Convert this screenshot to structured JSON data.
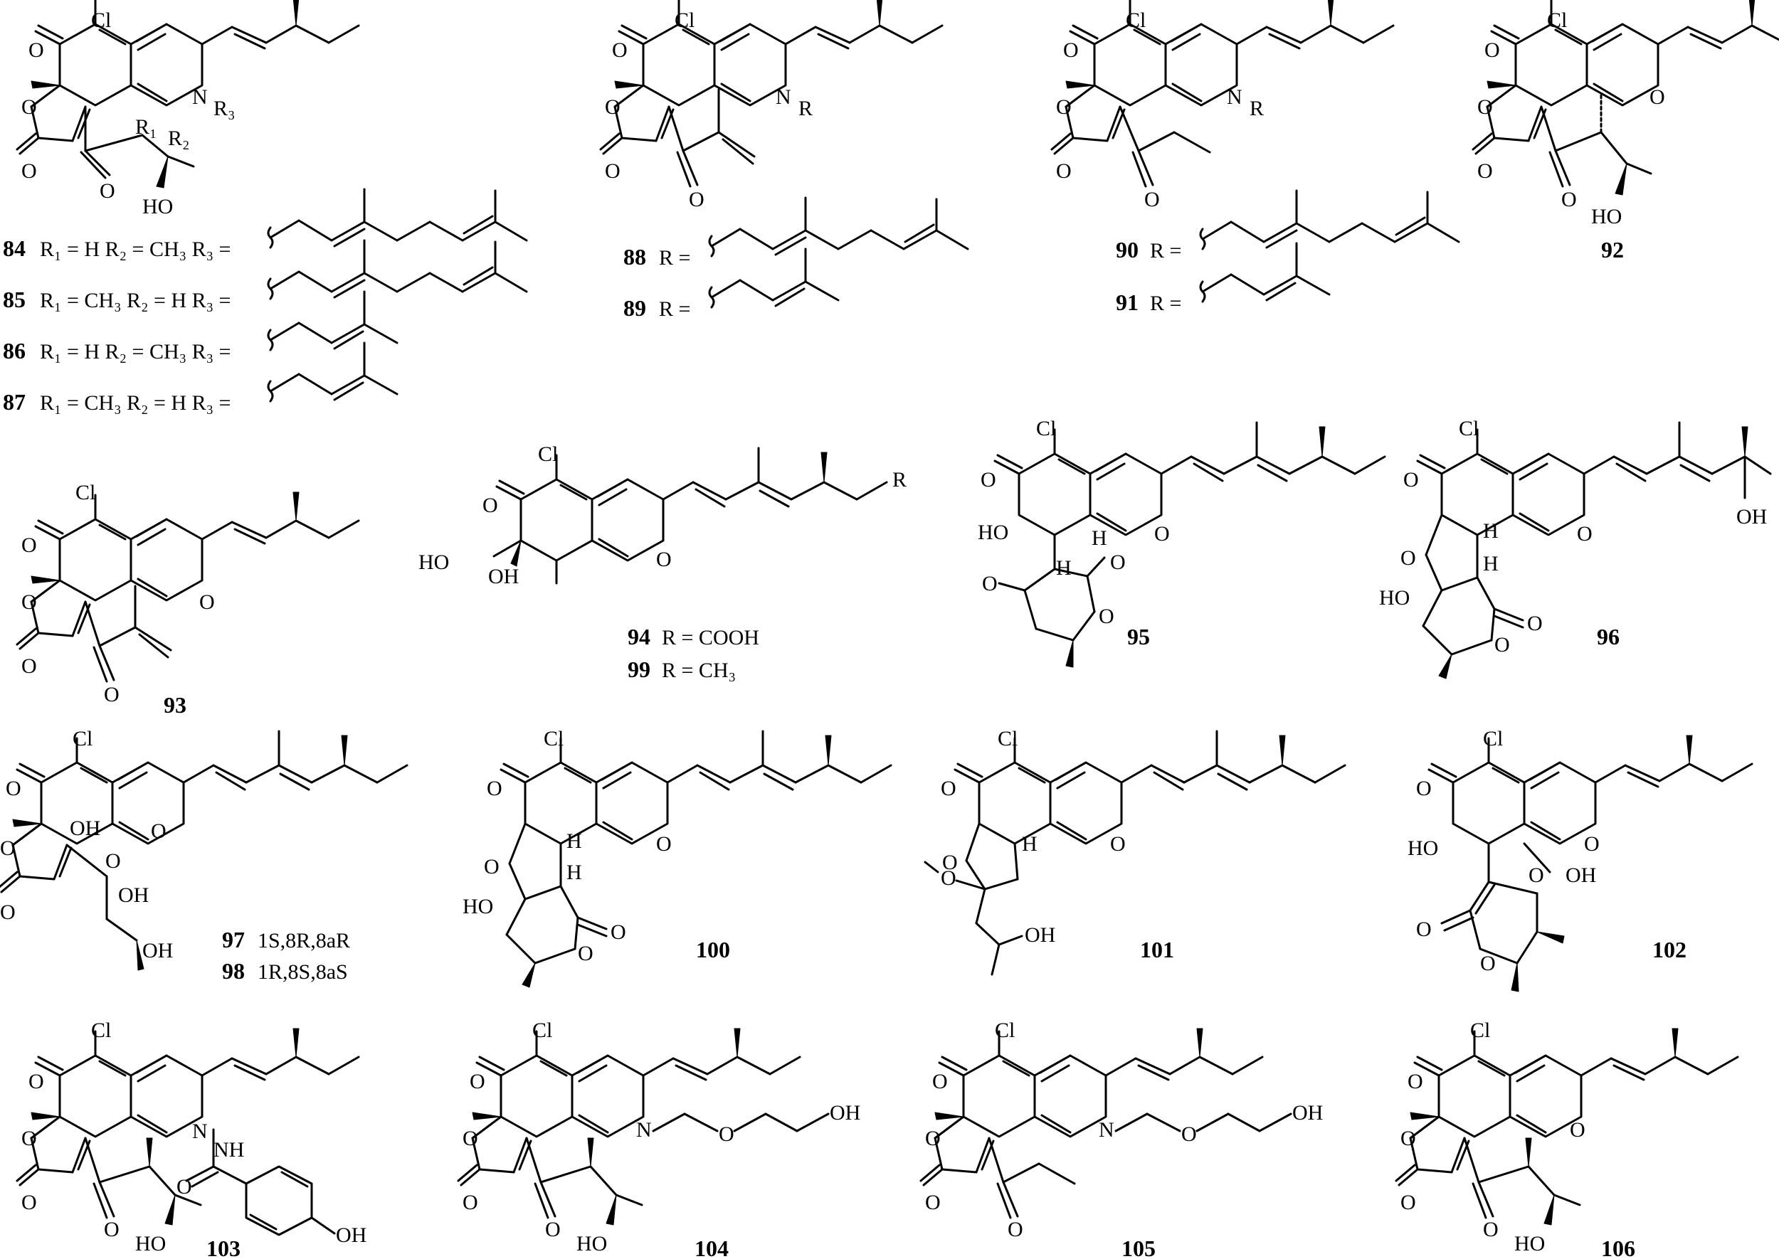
{
  "atoms": {
    "cl": "Cl",
    "o": "O",
    "n": "N",
    "h": "H",
    "oh": "OH",
    "ho": "HO",
    "nh": "NH"
  },
  "labels": {
    "c84": "84",
    "c85": "85",
    "c86": "86",
    "c87": "87",
    "c88": "88",
    "c89": "89",
    "c90": "90",
    "c91": "91",
    "c92": "92",
    "c93": "93",
    "c94": "94",
    "c95": "95",
    "c96": "96",
    "c97": "97",
    "c98": "98",
    "c99": "99",
    "c100": "100",
    "c101": "101",
    "c102": "102",
    "c103": "103",
    "c104": "104",
    "c105": "105",
    "c106": "106"
  },
  "subst": {
    "r84": "R₁ = H  R₂ = CH₃  R₃ =",
    "r85": "R₁ = CH₃  R₂ = H  R₃ =",
    "r86": "R₁ = H  R₂ = CH₃  R₃ =",
    "r87": "R₁ = CH₃  R₂ = H  R₃ =",
    "r88": "R =",
    "r89": "R =",
    "r90": "R =",
    "r91": "R =",
    "r94": "R = COOH",
    "r99": "R = CH₃",
    "r97": "1S,8R,8aR",
    "r98": "1R,8S,8aS",
    "r1": "R₁",
    "r2": "R₂",
    "r3": "R₃",
    "r": "R"
  }
}
